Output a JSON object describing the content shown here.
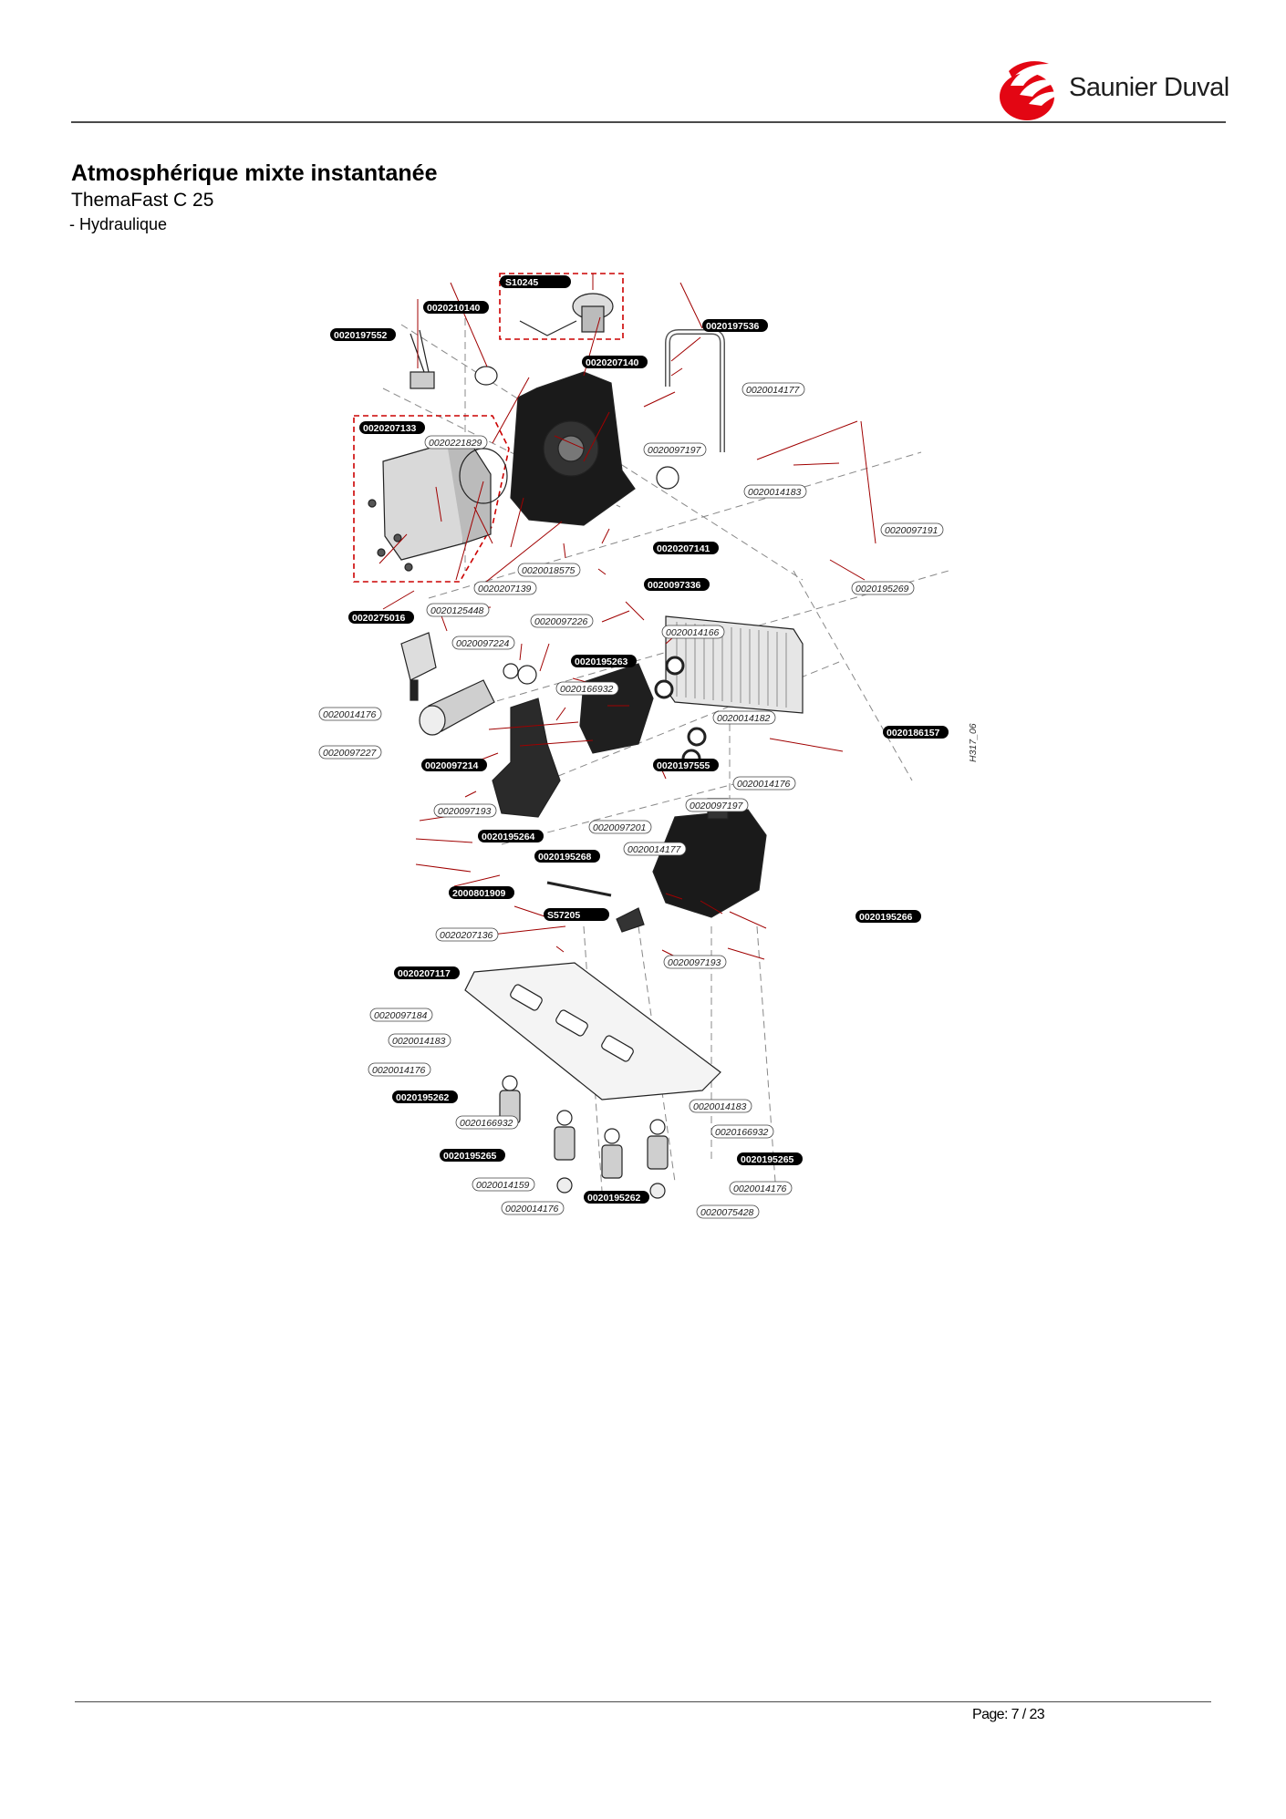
{
  "brand": {
    "name": "Saunier Duval",
    "color": "#e30613"
  },
  "header": {
    "title": "Atmosphérique mixte instantanée",
    "model": "ThemaFast C 25",
    "section": "- Hydraulique"
  },
  "diagram": {
    "drawing_code": "H317_06",
    "callouts": [
      {
        "ref": "S10245",
        "style": "filled"
      },
      {
        "ref": "0020210140",
        "style": "filled"
      },
      {
        "ref": "0020197552",
        "style": "filled"
      },
      {
        "ref": "0020197536",
        "style": "filled"
      },
      {
        "ref": "0020207140",
        "style": "filled"
      },
      {
        "ref": "0020014177",
        "style": "outline"
      },
      {
        "ref": "0020207133",
        "style": "filled"
      },
      {
        "ref": "0020221829",
        "style": "outline"
      },
      {
        "ref": "0020097197",
        "style": "outline"
      },
      {
        "ref": "0020014183",
        "style": "outline"
      },
      {
        "ref": "0020097191",
        "style": "outline"
      },
      {
        "ref": "0020207141",
        "style": "filled"
      },
      {
        "ref": "0020018575",
        "style": "outline"
      },
      {
        "ref": "0020097336",
        "style": "filled"
      },
      {
        "ref": "0020195269",
        "style": "outline"
      },
      {
        "ref": "0020207139",
        "style": "outline"
      },
      {
        "ref": "0020125448",
        "style": "outline"
      },
      {
        "ref": "0020275016",
        "style": "filled"
      },
      {
        "ref": "0020097226",
        "style": "outline"
      },
      {
        "ref": "0020014166",
        "style": "outline"
      },
      {
        "ref": "0020097224",
        "style": "outline"
      },
      {
        "ref": "0020195263",
        "style": "filled"
      },
      {
        "ref": "0020166932",
        "style": "outline"
      },
      {
        "ref": "0020014176",
        "style": "outline"
      },
      {
        "ref": "0020014182",
        "style": "outline"
      },
      {
        "ref": "0020186157",
        "style": "filled"
      },
      {
        "ref": "0020097227",
        "style": "outline"
      },
      {
        "ref": "0020097214",
        "style": "filled"
      },
      {
        "ref": "0020197555",
        "style": "filled"
      },
      {
        "ref": "0020014176",
        "style": "outline"
      },
      {
        "ref": "0020097193",
        "style": "outline"
      },
      {
        "ref": "0020097197",
        "style": "outline"
      },
      {
        "ref": "0020195264",
        "style": "filled"
      },
      {
        "ref": "0020097201",
        "style": "outline"
      },
      {
        "ref": "0020195268",
        "style": "filled"
      },
      {
        "ref": "0020014177",
        "style": "outline"
      },
      {
        "ref": "2000801909",
        "style": "filled"
      },
      {
        "ref": "S57205",
        "style": "filled"
      },
      {
        "ref": "0020195266",
        "style": "filled"
      },
      {
        "ref": "0020207136",
        "style": "outline"
      },
      {
        "ref": "0020097193",
        "style": "outline"
      },
      {
        "ref": "0020207117",
        "style": "filled"
      },
      {
        "ref": "0020097184",
        "style": "outline"
      },
      {
        "ref": "0020014183",
        "style": "outline"
      },
      {
        "ref": "0020014176",
        "style": "outline"
      },
      {
        "ref": "0020195262",
        "style": "filled"
      },
      {
        "ref": "0020014183",
        "style": "outline"
      },
      {
        "ref": "0020166932",
        "style": "outline"
      },
      {
        "ref": "0020166932",
        "style": "outline"
      },
      {
        "ref": "0020195265",
        "style": "filled"
      },
      {
        "ref": "0020195265",
        "style": "filled"
      },
      {
        "ref": "0020014159",
        "style": "outline"
      },
      {
        "ref": "0020014176",
        "style": "outline"
      },
      {
        "ref": "0020014176",
        "style": "outline"
      },
      {
        "ref": "0020195262",
        "style": "filled"
      },
      {
        "ref": "0020075428",
        "style": "outline"
      }
    ]
  },
  "footer": {
    "page": "Page: 7 / 23"
  }
}
